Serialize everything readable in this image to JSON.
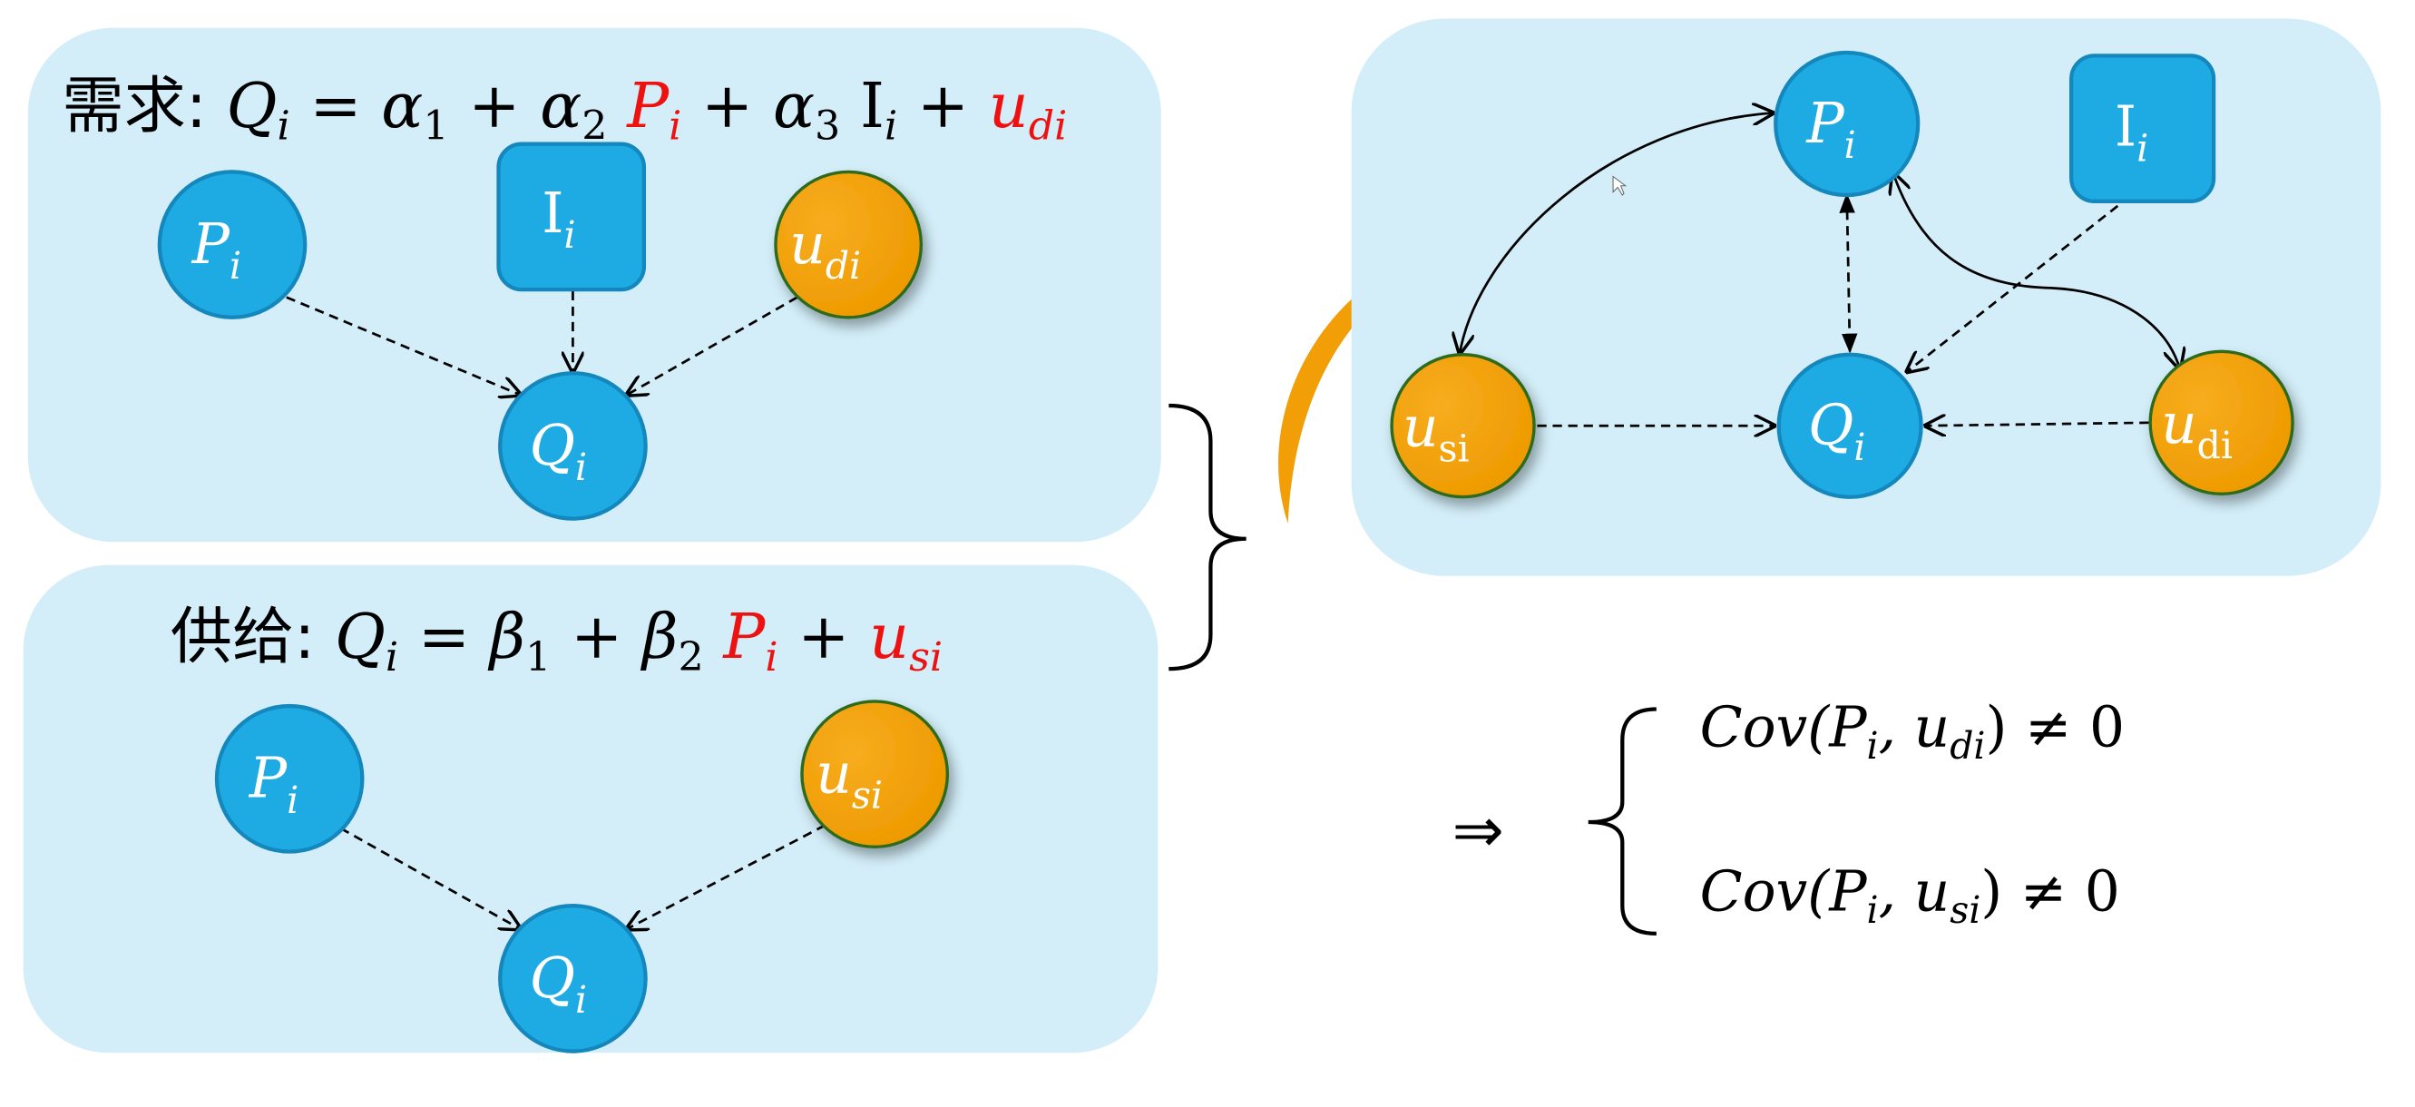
{
  "colors": {
    "panel": "#d3eef9",
    "blue_node": "#1eabe3",
    "blue_stroke": "#1487bd",
    "orange_node": "#f29e06",
    "orange_stroke": "#2f6a1f",
    "red": "#ee1111",
    "arrow_orange": "#f29e06"
  },
  "demand": {
    "label": "需求:",
    "equation": {
      "lhs": "Q",
      "lhs_sub": "i",
      "eq": " = ",
      "t1": "α",
      "t1_sub": "1",
      "plus1": " + ",
      "t2": "α",
      "t2_sub": "2",
      "t2_var": "P",
      "t2_var_sub": "i",
      "plus2": " + ",
      "t3": "α",
      "t3_sub": "3",
      "t3_var": "I",
      "t3_var_sub": "i",
      "plus3": " + ",
      "err": "u",
      "err_sub": "di"
    },
    "nodes": {
      "p": {
        "main": "P",
        "sub": "i"
      },
      "i": {
        "main": "I",
        "sub": "i"
      },
      "u": {
        "main": "u",
        "sub": "di"
      },
      "q": {
        "main": "Q",
        "sub": "i"
      }
    }
  },
  "supply": {
    "label": "供给:",
    "equation": {
      "lhs": "Q",
      "lhs_sub": "i",
      "eq": " = ",
      "t1": "β",
      "t1_sub": "1",
      "plus1": " + ",
      "t2": "β",
      "t2_sub": "2",
      "t2_var": "P",
      "t2_var_sub": "i",
      "plus2": " + ",
      "err": "u",
      "err_sub": "si"
    },
    "nodes": {
      "p": {
        "main": "P",
        "sub": "i"
      },
      "u": {
        "main": "u",
        "sub": "si"
      },
      "q": {
        "main": "Q",
        "sub": "i"
      }
    }
  },
  "combined": {
    "nodes": {
      "p": {
        "main": "P",
        "sub": "i"
      },
      "i": {
        "main": "I",
        "sub": "i"
      },
      "us": {
        "main": "u",
        "sub": "si"
      },
      "q": {
        "main": "Q",
        "sub": "i"
      },
      "ud": {
        "main": "u",
        "sub": "di"
      }
    }
  },
  "conclusion": {
    "implies": "⇒",
    "line1": {
      "pre": "Cov(P",
      "p_sub": "i",
      "mid": ", u",
      "u_sub": "di",
      "post": ") ≠ 0"
    },
    "line2": {
      "pre": "Cov(P",
      "p_sub": "i",
      "mid": ", u",
      "u_sub": "si",
      "post": ") ≠ 0"
    }
  }
}
